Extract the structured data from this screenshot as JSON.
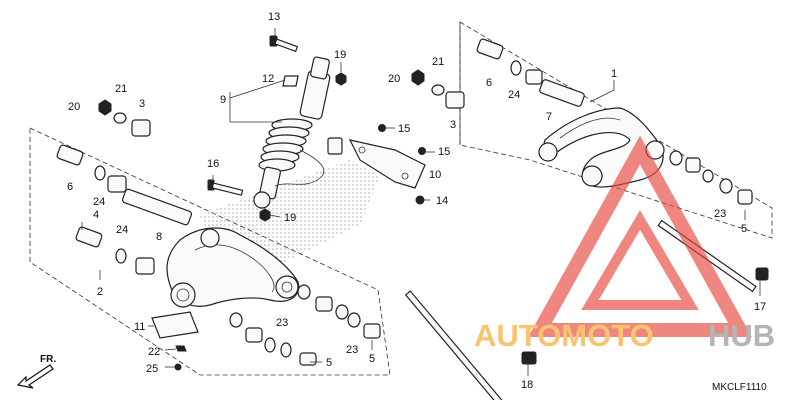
{
  "diagram": {
    "callouts": [
      "1",
      "2",
      "3",
      "3",
      "4",
      "5",
      "5",
      "5",
      "6",
      "6",
      "6",
      "7",
      "8",
      "9",
      "10",
      "11",
      "12",
      "13",
      "14",
      "15",
      "15",
      "16",
      "17",
      "18",
      "19",
      "19",
      "20",
      "20",
      "21",
      "21",
      "22",
      "23",
      "23",
      "23",
      "24",
      "24",
      "24",
      "25"
    ],
    "direction_label": "FR.",
    "diagram_code": "MKCLF1110"
  },
  "watermark": {
    "text_orange": "AUTOMOTO",
    "text_gray": "HUB",
    "color_orange": "#f5a623",
    "color_gray": "#8e8e8e",
    "logo_color": "#e8473c"
  }
}
